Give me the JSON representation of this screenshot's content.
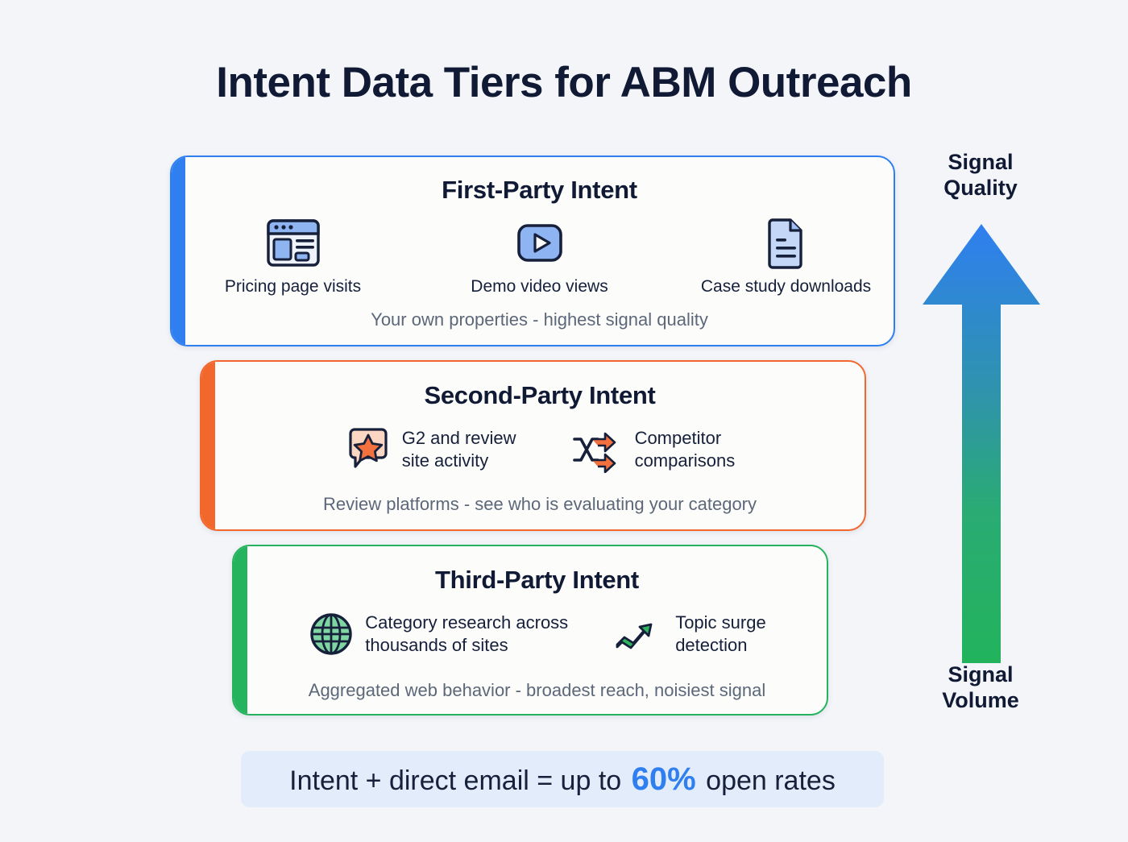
{
  "title": "Intent Data Tiers for ABM Outreach",
  "colors": {
    "background": "#f3f5f9",
    "title_text": "#111a35",
    "tier1_accent": "#2f7ff0",
    "tier2_accent": "#f2672c",
    "tier3_accent": "#25b35d",
    "note_text": "#5c6879",
    "banner_bg": "#e2ecfb",
    "stat_blue": "#2f7ff0",
    "arrow_top": "#2f7ff0",
    "arrow_bottom": "#22b35c"
  },
  "tiers": [
    {
      "id": "first-party",
      "title": "First-Party Intent",
      "note": "Your own properties - highest signal quality",
      "accent": "#2f7ff0",
      "layout": "three-column",
      "items": [
        {
          "icon": "browser-window-icon",
          "label": "Pricing page visits"
        },
        {
          "icon": "play-video-icon",
          "label": "Demo video views"
        },
        {
          "icon": "document-icon",
          "label": "Case study downloads"
        }
      ]
    },
    {
      "id": "second-party",
      "title": "Second-Party Intent",
      "note": "Review platforms - see who is evaluating your category",
      "accent": "#f2672c",
      "layout": "two-inline",
      "items": [
        {
          "icon": "star-review-bubble-icon",
          "label_line1": "G2 and review",
          "label_line2": "site activity"
        },
        {
          "icon": "shuffle-arrows-icon",
          "label_line1": "Competitor",
          "label_line2": "comparisons"
        }
      ]
    },
    {
      "id": "third-party",
      "title": "Third-Party Intent",
      "note": "Aggregated web behavior - broadest reach, noisiest signal",
      "accent": "#25b35d",
      "layout": "two-inline",
      "items": [
        {
          "icon": "globe-icon",
          "label_line1": "Category research across",
          "label_line2": "thousands of sites"
        },
        {
          "icon": "trending-up-icon",
          "label_line1": "Topic surge",
          "label_line2": "detection"
        }
      ]
    }
  ],
  "gauge": {
    "top_label_line1": "Signal",
    "top_label_line2": "Quality",
    "bottom_label_line1": "Signal",
    "bottom_label_line2": "Volume",
    "icon": "up-arrow-gradient-icon"
  },
  "footer": {
    "text_before": "Intent + direct email = up to",
    "stat": "60%",
    "text_after": "open rates"
  }
}
